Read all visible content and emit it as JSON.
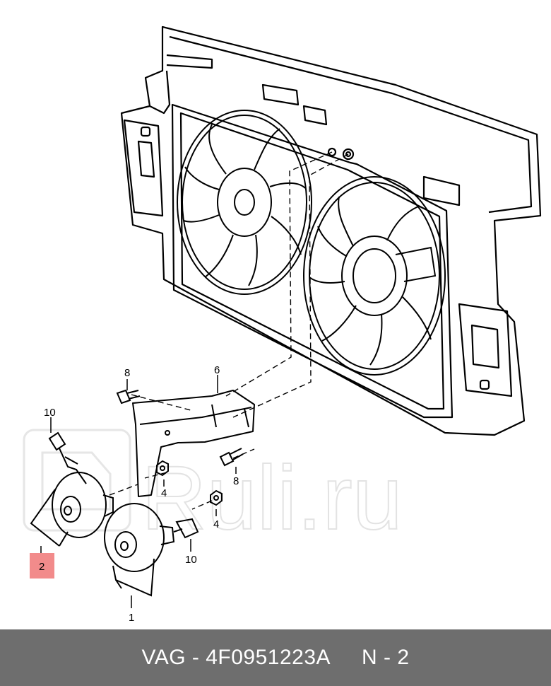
{
  "diagram": {
    "callouts": [
      {
        "id": "c8a",
        "text": "8"
      },
      {
        "id": "c6",
        "text": "6"
      },
      {
        "id": "c10a",
        "text": "10"
      },
      {
        "id": "c4a",
        "text": "4"
      },
      {
        "id": "c8b",
        "text": "8"
      },
      {
        "id": "c4b",
        "text": "4"
      },
      {
        "id": "c10b",
        "text": "10"
      },
      {
        "id": "c1",
        "text": "1"
      },
      {
        "id": "c2",
        "text": "2"
      }
    ],
    "highlight_color": "#f28b8b",
    "watermark": "Ruli.ru"
  },
  "footer": {
    "part": "VAG - 4F0951223A",
    "ref": "N - 2",
    "background": "#6e6e6e"
  }
}
